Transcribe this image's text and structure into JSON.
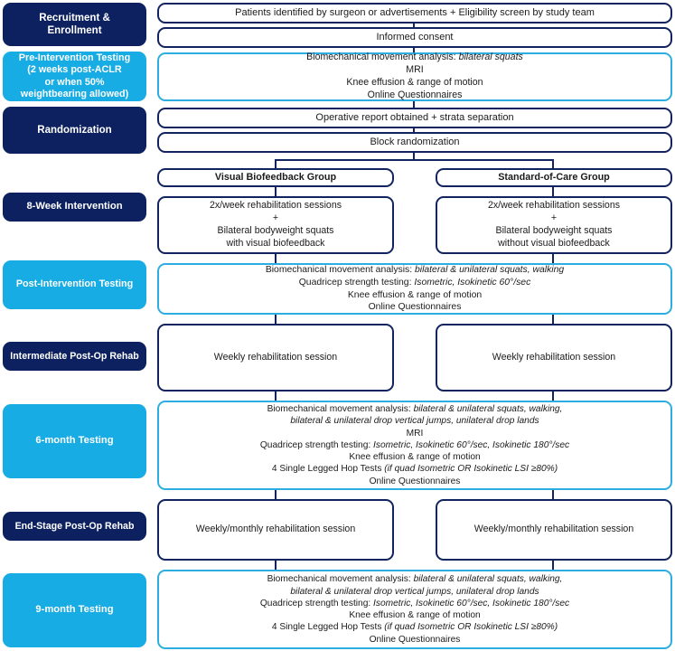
{
  "diagram": {
    "title": "ACLR Study Protocol Flow Diagram",
    "colors": {
      "navy": "#0d2160",
      "cyan": "#18ace4",
      "node_navy_border": "#12245f",
      "node_cyan_border": "#2eaee0",
      "white": "#ffffff"
    }
  },
  "stages": [
    {
      "id": "recruitment",
      "style": "navy",
      "lines": [
        "Recruitment &",
        "Enrollment"
      ]
    },
    {
      "id": "pre-intervention-testing",
      "style": "cyan",
      "lines": [
        "Pre-Intervention Testing",
        "(2 weeks post-ACLR",
        "or when 50%",
        "weightbearing allowed)"
      ]
    },
    {
      "id": "randomization",
      "style": "navy",
      "lines": [
        "Randomization"
      ]
    },
    {
      "id": "eight-week-intervention",
      "style": "navy",
      "lines": [
        "8-Week Intervention"
      ]
    },
    {
      "id": "post-intervention-testing",
      "style": "cyan",
      "lines": [
        "Post-Intervention Testing"
      ]
    },
    {
      "id": "intermediate-post-op-rehab",
      "style": "navy",
      "lines": [
        "Intermediate  Post-Op Rehab"
      ]
    },
    {
      "id": "six-month-testing",
      "style": "cyan",
      "lines": [
        "6-month Testing"
      ]
    },
    {
      "id": "end-stage-post-op-rehab",
      "style": "navy",
      "lines": [
        "End-Stage Post-Op Rehab"
      ]
    },
    {
      "id": "nine-month-testing",
      "style": "cyan",
      "lines": [
        "9-month Testing"
      ]
    }
  ],
  "nodes": {
    "identification": {
      "style": "navy",
      "lines": [
        {
          "text": "Patients identified by surgeon or advertisements + Eligibility screen by study team"
        }
      ]
    },
    "informed_consent": {
      "style": "navy",
      "lines": [
        {
          "text": "Informed consent"
        }
      ]
    },
    "pre_intervention_testing": {
      "style": "cyan",
      "lines": [
        {
          "text": "Biomechanical movement analysis: ",
          "italic_tail": "bilateral squats"
        },
        {
          "text": "MRI"
        },
        {
          "text": "Knee effusion & range of motion"
        },
        {
          "text": "Online Questionnaires"
        }
      ]
    },
    "operative_report": {
      "style": "navy",
      "lines": [
        {
          "text": "Operative report obtained + strata separation"
        }
      ]
    },
    "block_randomization": {
      "style": "navy",
      "lines": [
        {
          "text": "Block randomization"
        }
      ]
    },
    "visual_biofeedback_group_header": {
      "style": "navy",
      "bold": true,
      "lines": [
        {
          "text": "Visual Biofeedback Group"
        }
      ]
    },
    "standard_of_care_group_header": {
      "style": "navy",
      "bold": true,
      "lines": [
        {
          "text": "Standard-of-Care Group"
        }
      ]
    },
    "intervention_vbf": {
      "style": "navy",
      "lines": [
        {
          "text": "2x/week rehabilitation sessions"
        },
        {
          "text": "+"
        },
        {
          "text": "Bilateral bodyweight squats"
        },
        {
          "text": "with visual biofeedback"
        }
      ]
    },
    "intervention_soc": {
      "style": "navy",
      "lines": [
        {
          "text": "2x/week rehabilitation sessions"
        },
        {
          "text": "+"
        },
        {
          "text": "Bilateral bodyweight squats"
        },
        {
          "text": "without visual biofeedback"
        }
      ]
    },
    "post_intervention_testing": {
      "style": "cyan",
      "lines": [
        {
          "text": "Biomechanical movement analysis: ",
          "italic_tail": "bilateral & unilateral squats, walking"
        },
        {
          "text": "Quadricep strength testing: ",
          "italic_tail": "Isometric, Isokinetic 60°/sec"
        },
        {
          "text": "Knee effusion & range of motion"
        },
        {
          "text": "Online Questionnaires"
        }
      ]
    },
    "intermediate_rehab_vbf": {
      "style": "navy",
      "lines": [
        {
          "text": "Weekly rehabilitation session"
        }
      ]
    },
    "intermediate_rehab_soc": {
      "style": "navy",
      "lines": [
        {
          "text": "Weekly rehabilitation session"
        }
      ]
    },
    "six_month_testing": {
      "style": "cyan",
      "lines": [
        {
          "text": "Biomechanical movement analysis: ",
          "italic_tail": "bilateral & unilateral squats, walking,"
        },
        {
          "text": "",
          "italic_tail": "bilateral & unilateral drop vertical jumps, unilateral drop lands"
        },
        {
          "text": "MRI"
        },
        {
          "text": "Quadricep strength testing: ",
          "italic_tail": "Isometric, Isokinetic 60°/sec, Isokinetic 180°/sec"
        },
        {
          "text": "Knee effusion & range of motion"
        },
        {
          "text": "4 Single Legged Hop Tests ",
          "italic_tail": "(if quad Isometric OR Isokinetic LSI ≥80%)"
        },
        {
          "text": "Online Questionnaires"
        }
      ]
    },
    "end_stage_rehab_vbf": {
      "style": "navy",
      "lines": [
        {
          "text": "Weekly/monthly rehabilitation session"
        }
      ]
    },
    "end_stage_rehab_soc": {
      "style": "navy",
      "lines": [
        {
          "text": "Weekly/monthly rehabilitation session"
        }
      ]
    },
    "nine_month_testing": {
      "style": "cyan",
      "lines": [
        {
          "text": "Biomechanical movement analysis: ",
          "italic_tail": "bilateral & unilateral squats, walking,"
        },
        {
          "text": "",
          "italic_tail": "bilateral & unilateral drop vertical jumps, unilateral drop lands"
        },
        {
          "text": "Quadricep strength testing: ",
          "italic_tail": "Isometric, Isokinetic 60°/sec, Isokinetic 180°/sec"
        },
        {
          "text": "Knee effusion & range of motion"
        },
        {
          "text": "4 Single Legged Hop Tests ",
          "italic_tail": "(if quad Isometric OR Isokinetic LSI ≥80%)"
        },
        {
          "text": "Online Questionnaires"
        }
      ]
    }
  }
}
